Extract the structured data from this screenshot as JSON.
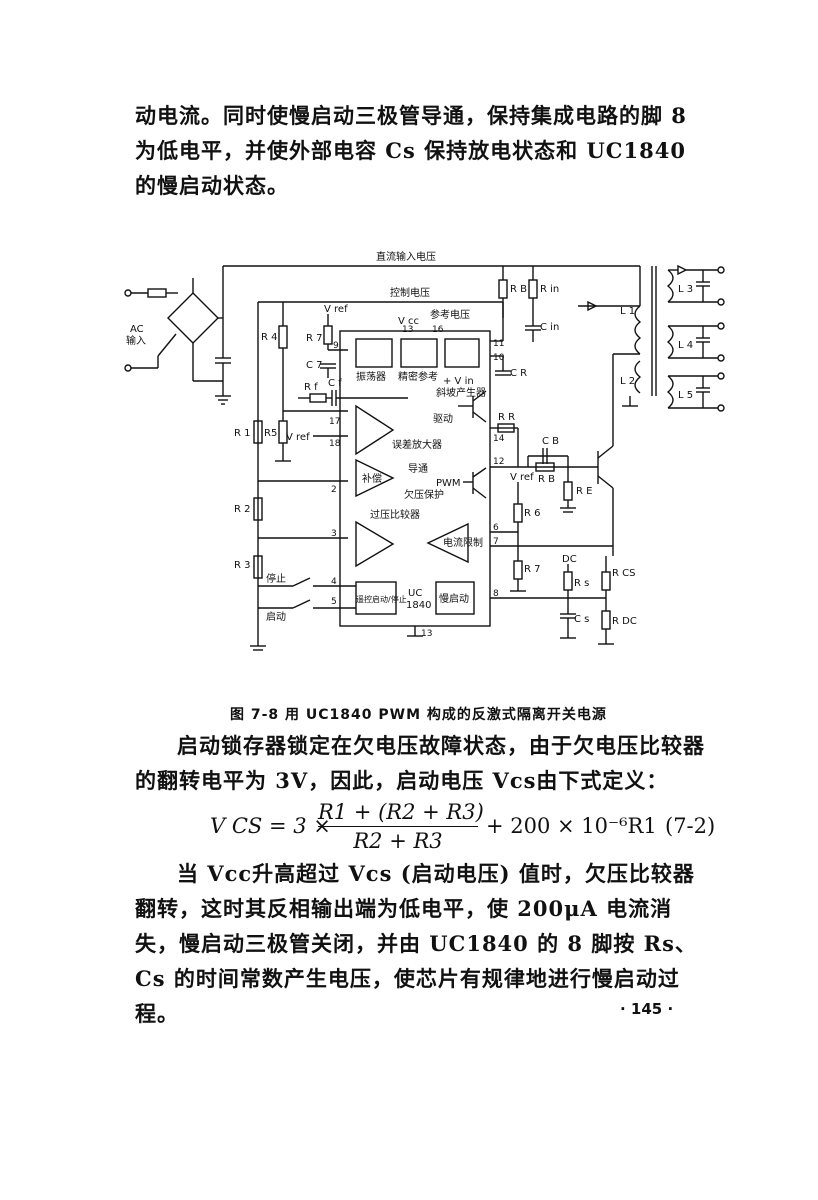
{
  "paragraph_top": {
    "text": "动电流。同时使慢启动三极管导通，保持集成电路的脚 8 为低电平，并使外部电容 Cs 保持放电状态和 UC1840 的慢启动状态。"
  },
  "figure": {
    "labels": {
      "dc_input": "直流输入电压",
      "control_voltage": "控制电压",
      "ac_input_1": "AC",
      "ac_input_2": "输入",
      "r4": "R 4",
      "r7": "R 7",
      "vref_top": "V ref",
      "c7": "C 7",
      "rf": "R f",
      "cf": "C f",
      "r1": "R 1",
      "r5": "R5",
      "vref_ea": "V ref",
      "r2": "R 2",
      "r3": "R 3",
      "stop": "停止",
      "start": "启动",
      "vcc": "V cc",
      "ref_voltage": "参考电压",
      "oscillator": "振荡器",
      "precision_ref": "精密参考",
      "slope_gen": "斜坡产生器",
      "plus_vin": "+ V in",
      "error_amp": "误差放大器",
      "drive": "驱动",
      "conduct": "导通",
      "pwm": "PWM",
      "latch": "补偿",
      "uv_protect": "欠压保护",
      "ov_comparator": "过压比较器",
      "current_limit": "电流限制",
      "remote_start_stop": "遥控启动/停止",
      "uc": "UC",
      "uc1840": "1840",
      "soft_start": "慢启动",
      "rb_top": "R B",
      "rin": "R in",
      "cin": "C in",
      "cr": "C R",
      "rr": "R R",
      "cb": "C B",
      "rb": "R B",
      "re": "R E",
      "vref_right": "V ref",
      "r6": "R 6",
      "r7b": "R 7",
      "dc": "DC",
      "rs": "R s",
      "cs": "C s",
      "rcs": "R CS",
      "rdc": "R DC",
      "l1": "L 1",
      "l2": "L 2",
      "l3": "L 3",
      "l4": "L 4",
      "l5": "L 5",
      "pin_16": "16",
      "pin_13top": "13",
      "pin_11": "11",
      "pin_10": "10",
      "pin_9": "9",
      "pin_17": "17",
      "pin_18": "18",
      "pin_14": "14",
      "pin_12": "12",
      "pin_2": "2",
      "pin_3": "3",
      "pin_6": "6",
      "pin_7": "7",
      "pin_4": "4",
      "pin_5": "5",
      "pin_8": "8",
      "pin_13": "13"
    }
  },
  "caption": {
    "text": "图 7-8  用 UC1840 PWM 构成的反激式隔离开关电源"
  },
  "paragraph_mid": {
    "text": "启动锁存器锁定在欠电压故障状态，由于欠电压比较器的翻转电平为 3V，因此，启动电压 Vcs由下式定义："
  },
  "equation": {
    "lhs": "V CS = 3 ×",
    "numerator": "R1 + (R2 + R3)",
    "denominator": "R2 + R3",
    "tail": "+ 200 × 10⁻⁶R1",
    "number": "(7-2)"
  },
  "paragraph_bottom": {
    "text": "当 Vcc升高超过 Vcs (启动电压) 值时，欠压比较器翻转，这时其反相输出端为低电平，使 200μA 电流消失，慢启动三极管关闭，并由 UC1840 的 8 脚按 Rs、Cs 的时间常数产生电压，使芯片有规律地进行慢启动过程。"
  },
  "page_number": {
    "text": "· 145 ·"
  }
}
